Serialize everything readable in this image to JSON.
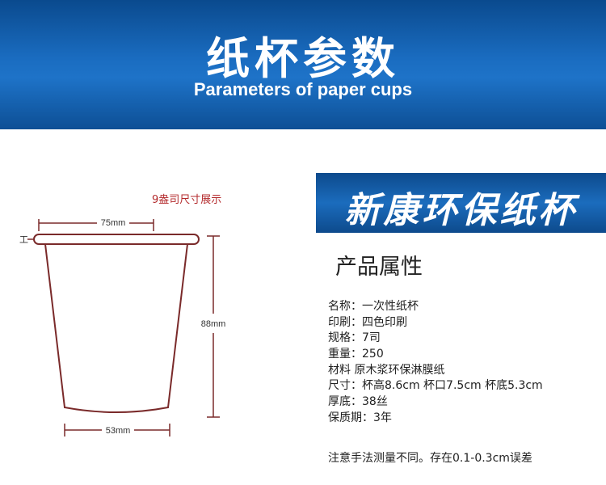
{
  "header": {
    "title": "纸杯参数",
    "subtitle": "Parameters of paper cups"
  },
  "diagram": {
    "caption": "9盎司尺寸展示",
    "top_width": "75mm",
    "height": "88mm",
    "bottom_width": "53mm",
    "rim_marker": "工",
    "line_color": "#7a2a2a"
  },
  "brand": {
    "name": "新康环保纸杯"
  },
  "product": {
    "section_title": "产品属性",
    "attributes": [
      "名称：一次性纸杯",
      "印刷：四色印刷",
      "规格：7司",
      "重量：250",
      "材料 原木浆环保淋膜纸",
      "尺寸：杯高8.6cm 杯口7.5cm 杯底5.3cm",
      "厚底：38丝",
      "保质期：3年"
    ],
    "note": "注意手法测量不同。存在0.1-0.3cm误差"
  },
  "colors": {
    "header_blue": "#1a6cc0",
    "caption_red": "#b3292b"
  }
}
